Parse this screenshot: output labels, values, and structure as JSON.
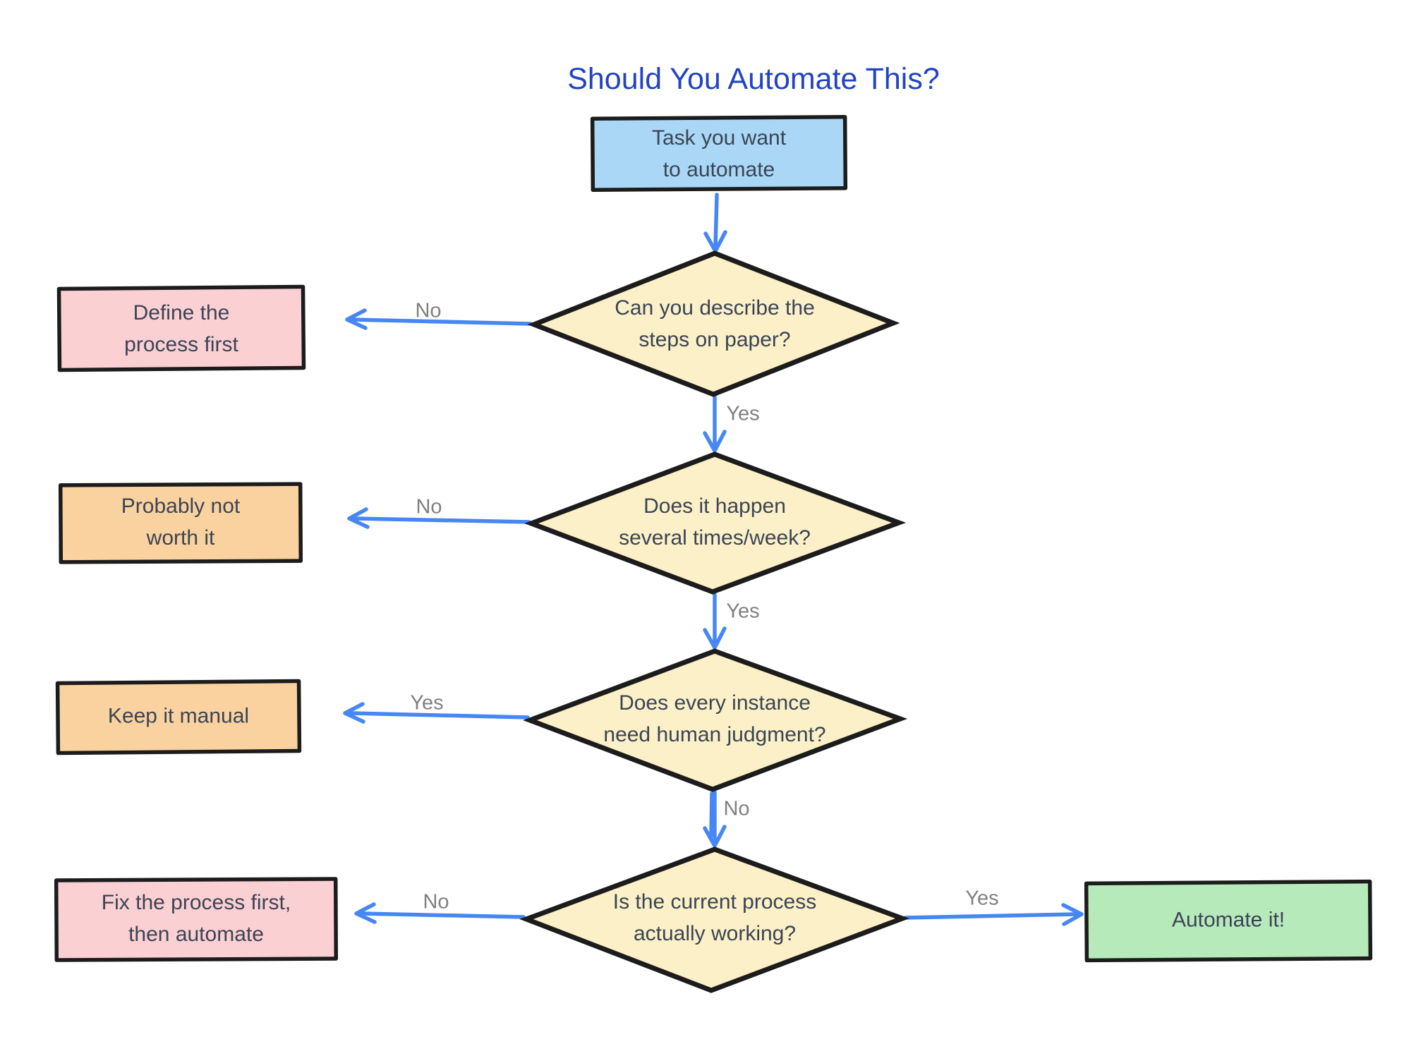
{
  "title": "Should You Automate This?",
  "colors": {
    "title": "#2244C2",
    "arrow": "#4687F4",
    "label_gray": "#808080",
    "node_text": "#3B4455",
    "border": "#1C1C1C",
    "start_fill": "#A9D7F5",
    "decision_fill": "#FBF0C7",
    "pink_fill": "#FBD0D3",
    "orange_fill": "#FAD2A0",
    "green_fill": "#B6EABB"
  },
  "nodes": {
    "start": {
      "label": "Task you want\nto automate",
      "type": "start"
    },
    "d1": {
      "label": "Can you describe the\nsteps on paper?",
      "type": "decision"
    },
    "d2": {
      "label": "Does it happen\nseveral times/week?",
      "type": "decision"
    },
    "d3": {
      "label": "Does every instance\nneed human judgment?",
      "type": "decision"
    },
    "d4": {
      "label": "Is the current process\nactually working?",
      "type": "decision"
    },
    "define": {
      "label": "Define the\nprocess first",
      "type": "result"
    },
    "notworth": {
      "label": "Probably not\nworth it",
      "type": "result"
    },
    "manual": {
      "label": "Keep it manual",
      "type": "result"
    },
    "fix": {
      "label": "Fix the process first,\nthen automate",
      "type": "result"
    },
    "automate": {
      "label": "Automate it!",
      "type": "result"
    }
  },
  "edges": {
    "d1_no": "No",
    "d1_yes": "Yes",
    "d2_no": "No",
    "d2_yes": "Yes",
    "d3_yes": "Yes",
    "d3_no": "No",
    "d4_no": "No",
    "d4_yes": "Yes"
  }
}
